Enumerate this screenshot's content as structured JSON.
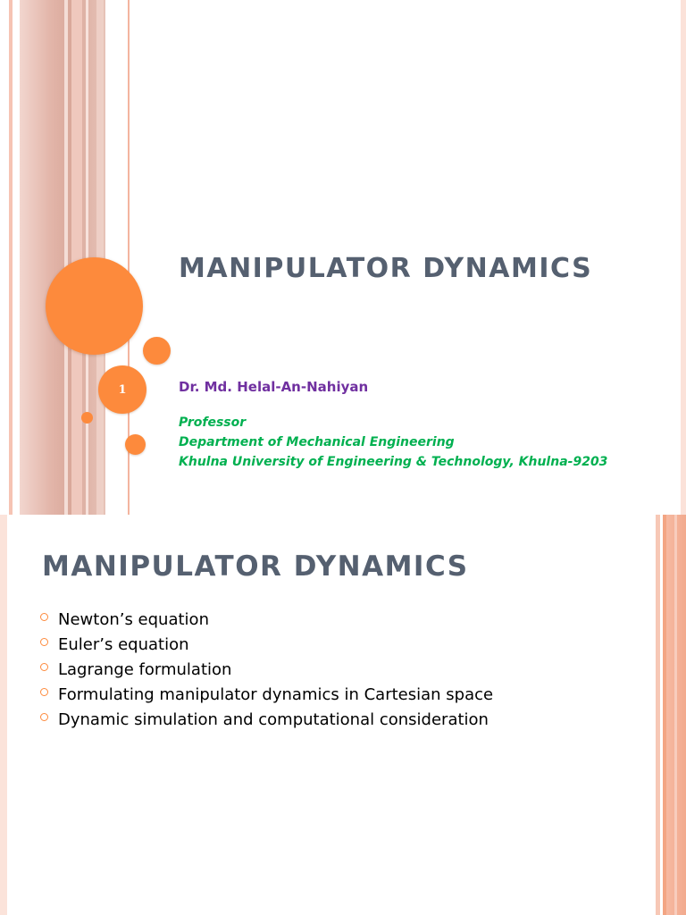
{
  "slides": [
    {
      "slide_number": "1",
      "title": "MANIPULATOR DYNAMICS",
      "author": "Dr. Md. Helal-An-Nahiyan",
      "affiliation": [
        "Professor",
        "Department of Mechanical Engineering",
        "Khulna University of Engineering & Technology, Khulna-9203"
      ]
    },
    {
      "title": "MANIPULATOR DYNAMICS",
      "bullets": [
        "Newton’s equation",
        "Euler’s equation",
        "Lagrange formulation",
        "Formulating manipulator dynamics in Cartesian space",
        "Dynamic simulation and computational consideration"
      ]
    }
  ],
  "colors": {
    "accent_orange": "#fd8a3c",
    "title_gray": "#556070",
    "author_purple": "#7030a0",
    "affiliation_green": "#00b050"
  }
}
